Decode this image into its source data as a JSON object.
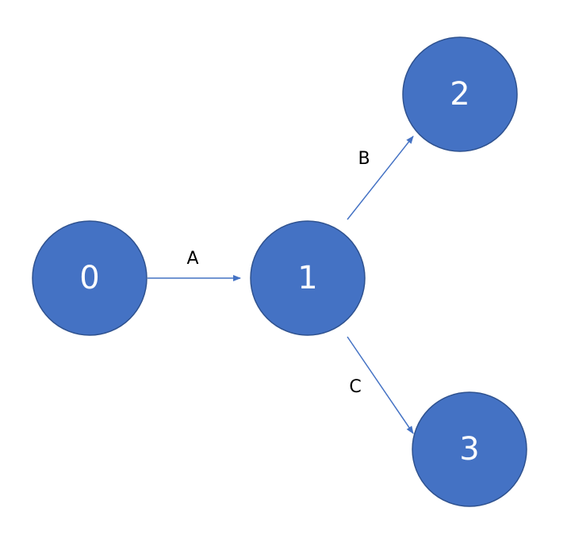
{
  "colors": {
    "node_fill": "#4472C4",
    "node_stroke": "#2F528F",
    "edge": "#4472C4",
    "node_text": "#FFFFFF",
    "edge_text": "#000000"
  },
  "nodes": [
    {
      "id": "0",
      "label": "0"
    },
    {
      "id": "1",
      "label": "1"
    },
    {
      "id": "2",
      "label": "2"
    },
    {
      "id": "3",
      "label": "3"
    }
  ],
  "edges": [
    {
      "from": "0",
      "to": "1",
      "label": "A"
    },
    {
      "from": "1",
      "to": "2",
      "label": "B"
    },
    {
      "from": "1",
      "to": "3",
      "label": "C"
    }
  ]
}
